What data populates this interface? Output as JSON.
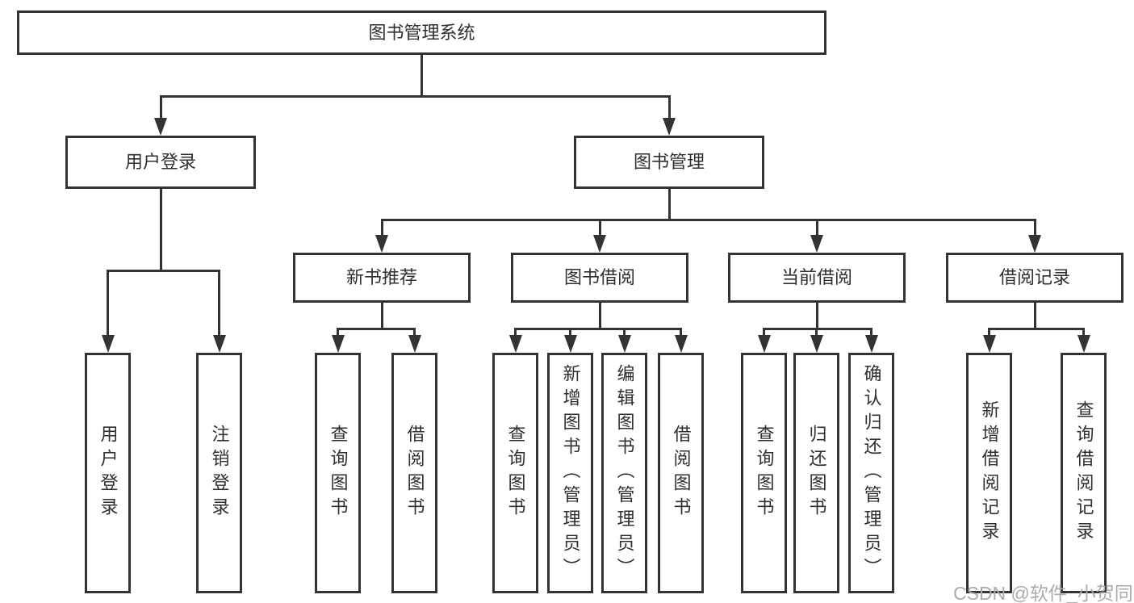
{
  "diagram": {
    "type": "hierarchy-tree",
    "root": {
      "label": "图书管理系统",
      "children": [
        {
          "label": "用户登录",
          "children": [
            {
              "label": "用户登录"
            },
            {
              "label": "注销登录"
            }
          ]
        },
        {
          "label": "图书管理",
          "children": [
            {
              "label": "新书推荐",
              "children": [
                {
                  "label": "查询图书"
                },
                {
                  "label": "借阅图书"
                }
              ]
            },
            {
              "label": "图书借阅",
              "children": [
                {
                  "label": "查询图书"
                },
                {
                  "label": "新增图书（管理员）"
                },
                {
                  "label": "编辑图书（管理员）"
                },
                {
                  "label": "借阅图书"
                }
              ]
            },
            {
              "label": "当前借阅",
              "children": [
                {
                  "label": "查询图书"
                },
                {
                  "label": "归还图书"
                },
                {
                  "label": "确认归还（管理员）"
                }
              ]
            },
            {
              "label": "借阅记录",
              "children": [
                {
                  "label": "新增借阅记录"
                },
                {
                  "label": "查询借阅记录"
                }
              ]
            }
          ]
        }
      ]
    }
  },
  "watermark": {
    "text": "CSDN @软件_小贺同学"
  },
  "colors": {
    "line": "#333333",
    "text": "#2f2f2f",
    "watermark": "#ababab",
    "background": "#ffffff"
  }
}
